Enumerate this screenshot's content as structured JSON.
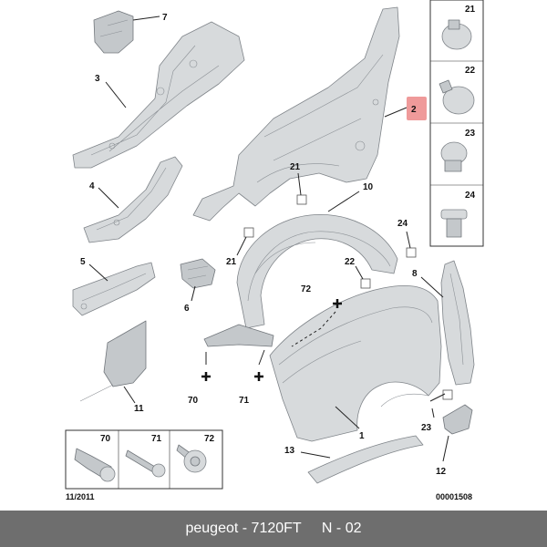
{
  "callouts": {
    "c1": "1",
    "c2": "2",
    "c3": "3",
    "c4": "4",
    "c5": "5",
    "c6": "6",
    "c7": "7",
    "c8": "8",
    "c10": "10",
    "c11": "11",
    "c12": "12",
    "c13": "13",
    "c21a": "21",
    "c21b": "21",
    "c22": "22",
    "c23": "23",
    "c24": "24",
    "c70": "70",
    "c71": "71",
    "c72": "72"
  },
  "right_panel": {
    "items": [
      {
        "label": "21"
      },
      {
        "label": "22"
      },
      {
        "label": "23"
      },
      {
        "label": "24"
      }
    ]
  },
  "bottom_panel": {
    "items": [
      {
        "label": "70"
      },
      {
        "label": "71"
      },
      {
        "label": "72"
      }
    ]
  },
  "date_code": "11/2011",
  "ref_code": "00001508",
  "footer": {
    "brand": "peugeot",
    "separator": " - ",
    "part_code": "7120FT",
    "page": "N - 02"
  },
  "colors": {
    "highlight": "#ef9a9a",
    "footer_bg": "#6e6e6e",
    "part_fill": "#d7dadc"
  }
}
